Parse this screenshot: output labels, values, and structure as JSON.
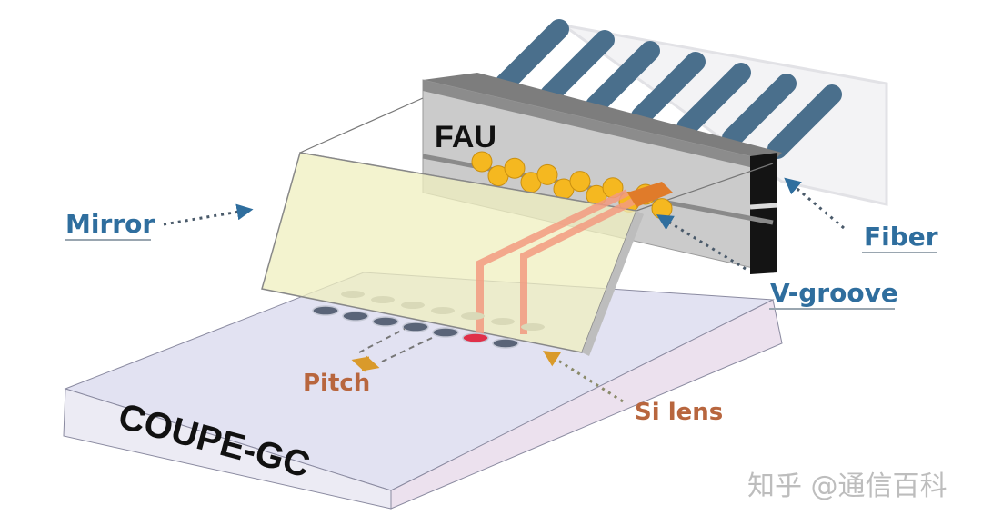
{
  "diagram": {
    "title": "COUPE-GC fiber array coupling diagram",
    "labels": {
      "fau": "FAU",
      "chip": "COUPE-GC",
      "mirror": "Mirror",
      "fiber": "Fiber",
      "vgroove": "V-groove",
      "pitch": "Pitch",
      "si_lens": "Si lens"
    },
    "watermark": "知乎 @通信百科",
    "colors": {
      "label_blue": "#2f6e9e",
      "label_brown": "#b8663e",
      "fiber": "#4a6f8c",
      "fau_body": "#c9c9c9",
      "fau_top": "#7a7a7a",
      "mirror": "#eef0c4",
      "chip": "#e3e3f2",
      "beam": "#f08a6a",
      "vgroove_dots": "#f5b820"
    },
    "fiber_count": 7,
    "lens_count": 7
  }
}
